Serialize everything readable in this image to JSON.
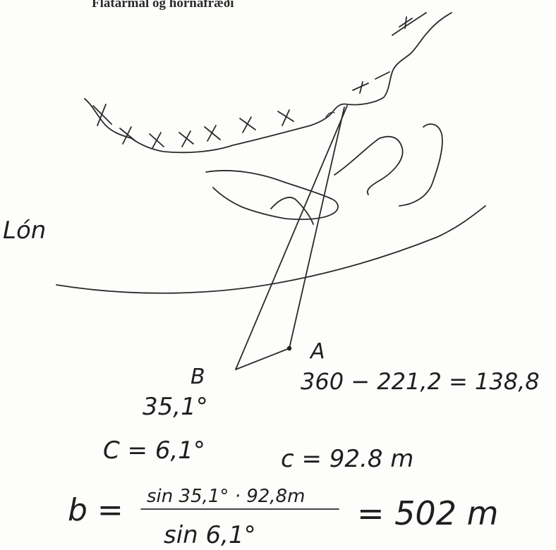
{
  "header_fragment": "Flatarmál og hornafræði",
  "labels": {
    "lon": "Lón",
    "point_b": "B",
    "point_a": "A",
    "angle_b": "35,1°",
    "bearing_calc": "360 − 221,2 = 138,8",
    "angle_c": "C = 6,1°",
    "side_c": "c = 92.8 m"
  },
  "formula": {
    "lhs": "b =",
    "numerator": "sin 35,1° · 92,8m",
    "denominator": "sin 6,1°",
    "result": "= 502 m"
  }
}
